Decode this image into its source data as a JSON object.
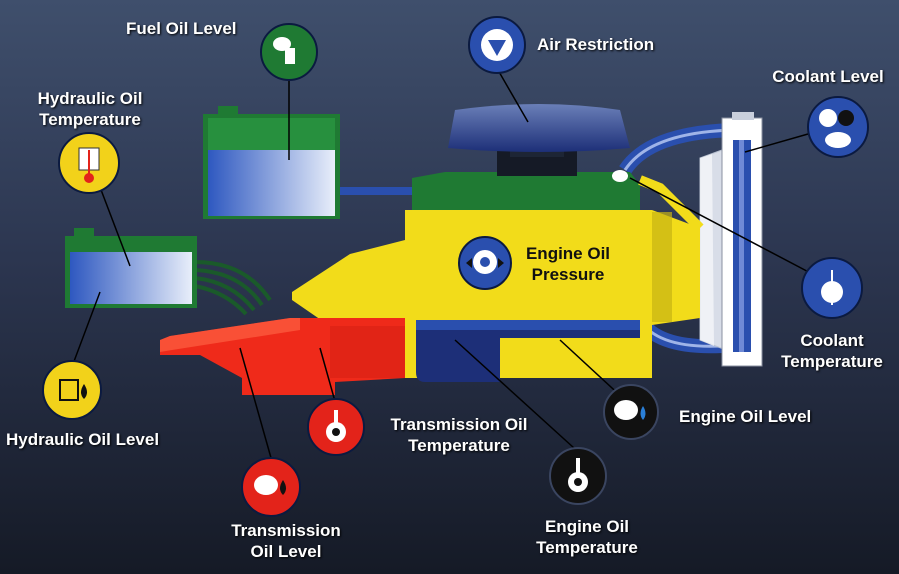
{
  "labels": {
    "fuel_oil_level": "Fuel Oil Level",
    "air_restriction": "Air Restriction",
    "coolant_level": "Coolant Level",
    "hydraulic_oil_temperature": [
      "Hydraulic Oil",
      "Temperature"
    ],
    "engine_oil_pressure": [
      "Engine Oil",
      "Pressure"
    ],
    "coolant_temperature": [
      "Coolant",
      "Temperature"
    ],
    "engine_oil_level": "Engine Oil Level",
    "transmission_oil_temperature": [
      "Transmission Oil",
      "Temperature"
    ],
    "hydraulic_oil_level": "Hydraulic Oil Level",
    "transmission_oil_level": [
      "Transmission",
      "Oil Level"
    ],
    "engine_oil_temperature": [
      "Engine Oil",
      "Temperature"
    ]
  },
  "colors": {
    "engine_yellow": "#f2dc1a",
    "engine_green": "#1f7a33",
    "transmission_red": "#ef2a1a",
    "tank_green": "#1f7a33",
    "tank_fluid": "#3f63c0",
    "badge_green": "#1f7a33",
    "badge_blue": "#2a4fae",
    "badge_yellow": "#f2d21a",
    "badge_red": "#e3231a",
    "badge_black": "#111111"
  }
}
